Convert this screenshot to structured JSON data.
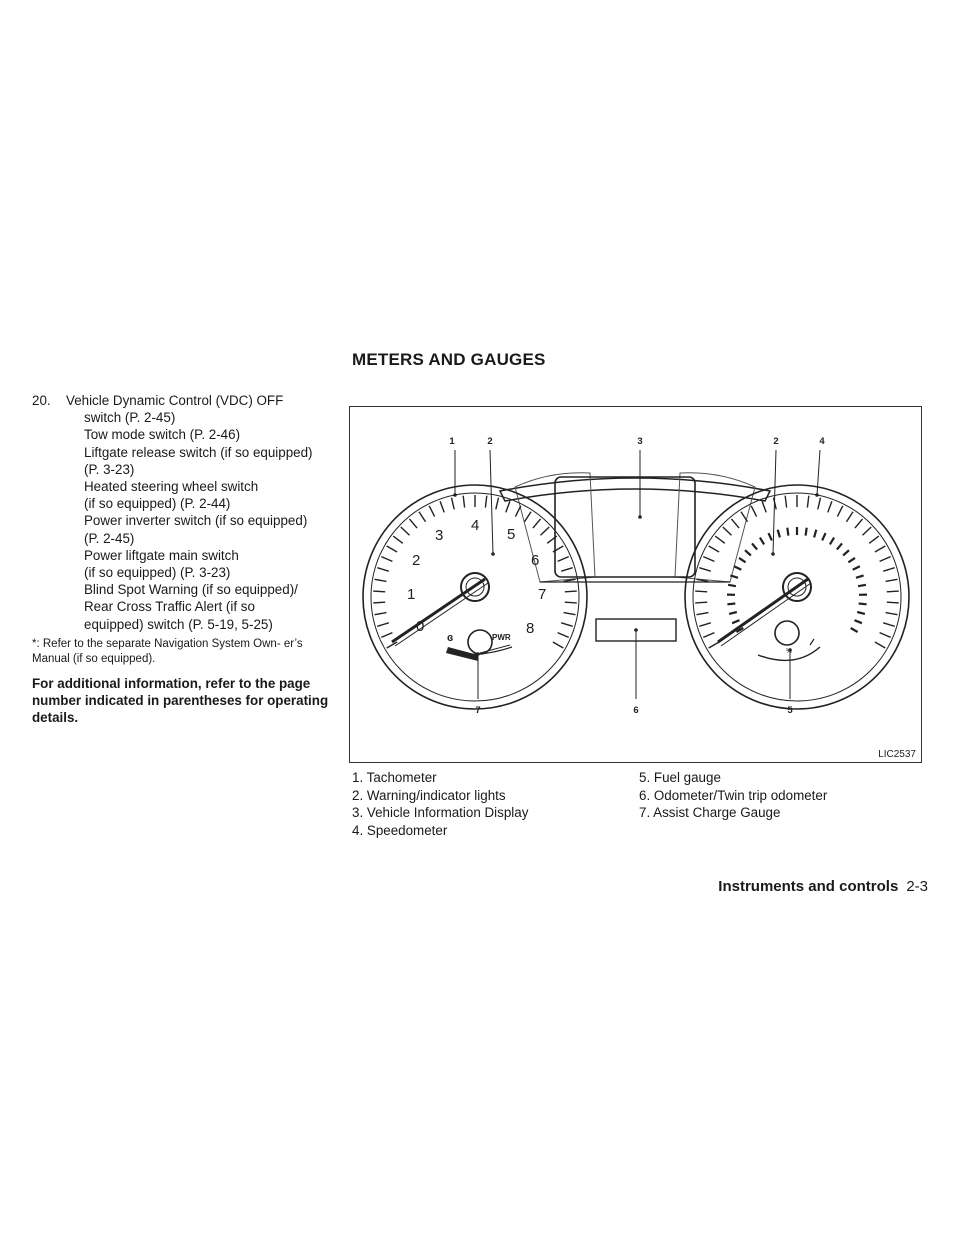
{
  "heading": "METERS AND GAUGES",
  "item": {
    "number": "20.",
    "first_line": "Vehicle Dynamic Control (VDC) OFF",
    "lines": [
      "switch (P. 2-45)",
      "Tow mode switch (P. 2-46)",
      "Liftgate release switch (if so equipped)",
      "(P. 3-23)",
      "Heated steering wheel switch",
      "(if so equipped) (P. 2-44)",
      "Power inverter switch (if so equipped)",
      "(P. 2-45)",
      "Power liftgate main switch",
      "(if so equipped) (P. 3-23)",
      "Blind Spot Warning (if so equipped)/",
      "Rear Cross Traffic Alert (if so",
      "equipped) switch (P. 5-19, 5-25)"
    ]
  },
  "footnote": "*: Refer to the separate Navigation System Own- er’s Manual (if so equipped).",
  "bold_note": "For additional information, refer to the page number indicated in parentheses for operating details.",
  "figure": {
    "code": "LIC2537",
    "callouts": {
      "c1": "1",
      "c2": "2",
      "c3": "3",
      "c2b": "2",
      "c4": "4",
      "c7": "7",
      "c6": "6",
      "c5": "5"
    },
    "tach_numbers": {
      "n0": "0",
      "n1": "1",
      "n2": "2",
      "n3": "3",
      "n4": "4",
      "n5": "5",
      "n6": "6",
      "n7": "7",
      "n8": "8"
    },
    "pwr_label": "PWR"
  },
  "legend": {
    "col1": [
      "1. Tachometer",
      "2. Warning/indicator lights",
      "3. Vehicle Information Display",
      "4. Speedometer"
    ],
    "col2": [
      "5. Fuel gauge",
      "6. Odometer/Twin trip odometer",
      "7. Assist Charge Gauge"
    ]
  },
  "footer": {
    "section": "Instruments and controls",
    "page": "2-3"
  }
}
